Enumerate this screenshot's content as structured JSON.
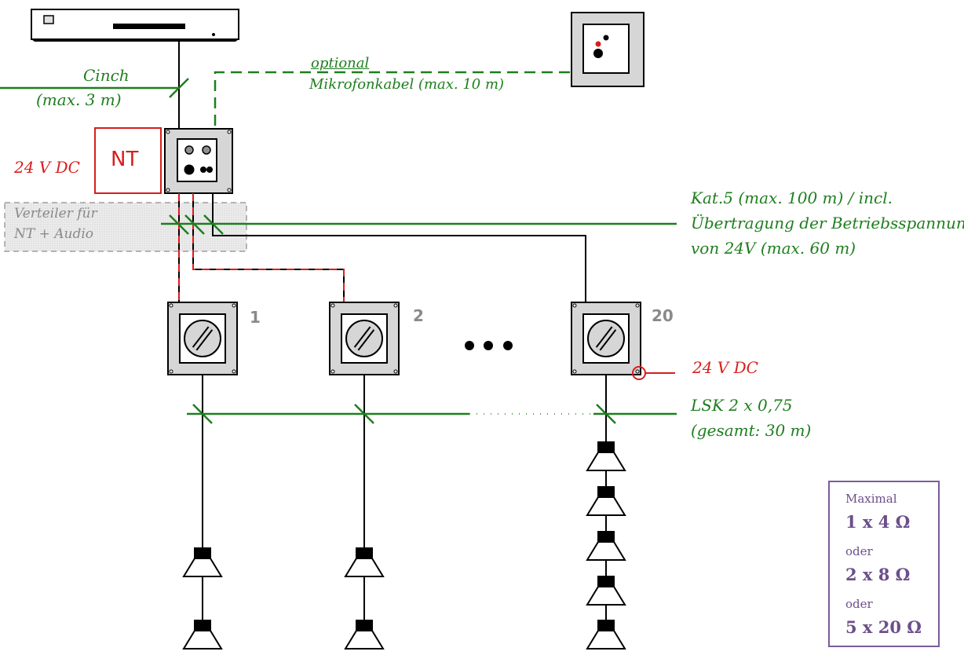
{
  "labels": {
    "cinch": "Cinch",
    "cinch_length": "(max. 3 m)",
    "optional": "optional",
    "mic_cable": "Mikrofonkabel (max. 10 m)",
    "nt_voltage": "24 V DC",
    "nt": "NT",
    "distributor_line1": "Verteiler für",
    "distributor_line2": "NT + Audio",
    "cat5_line1": "Kat.5 (max. 100 m) / incl.",
    "cat5_line2": "Übertragung der Betriebsspannung",
    "cat5_line3": "von 24V (max. 60 m)",
    "dc_right": "24 V DC",
    "lsk_line1": "LSK 2 x 0,75",
    "lsk_line2": "(gesamt: 30 m)"
  },
  "speaker_units": [
    "1",
    "2",
    "20"
  ],
  "legend": {
    "title": "Maximal",
    "option1": "1 x 4 Ω",
    "or1": "oder",
    "option2": "2 x 8 Ω",
    "or2": "oder",
    "option3": "5 x 20 Ω"
  },
  "colors": {
    "cable_green": "#1e7e1e",
    "power_red": "#d81e1e",
    "device_grey": "#d6d6d6",
    "legend_purple": "#6b4f8a"
  }
}
